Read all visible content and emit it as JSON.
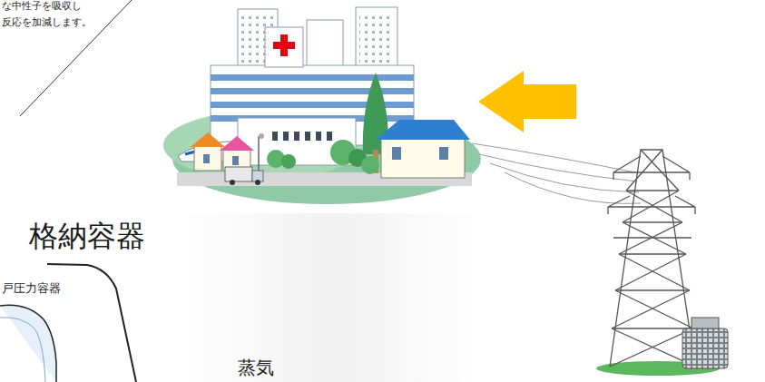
{
  "diagram": {
    "labels": [
      "な中性子を吸収し",
      "反応を加減します。",
      "格納容器",
      "戸圧力容器",
      "蒸気"
    ]
  }
}
